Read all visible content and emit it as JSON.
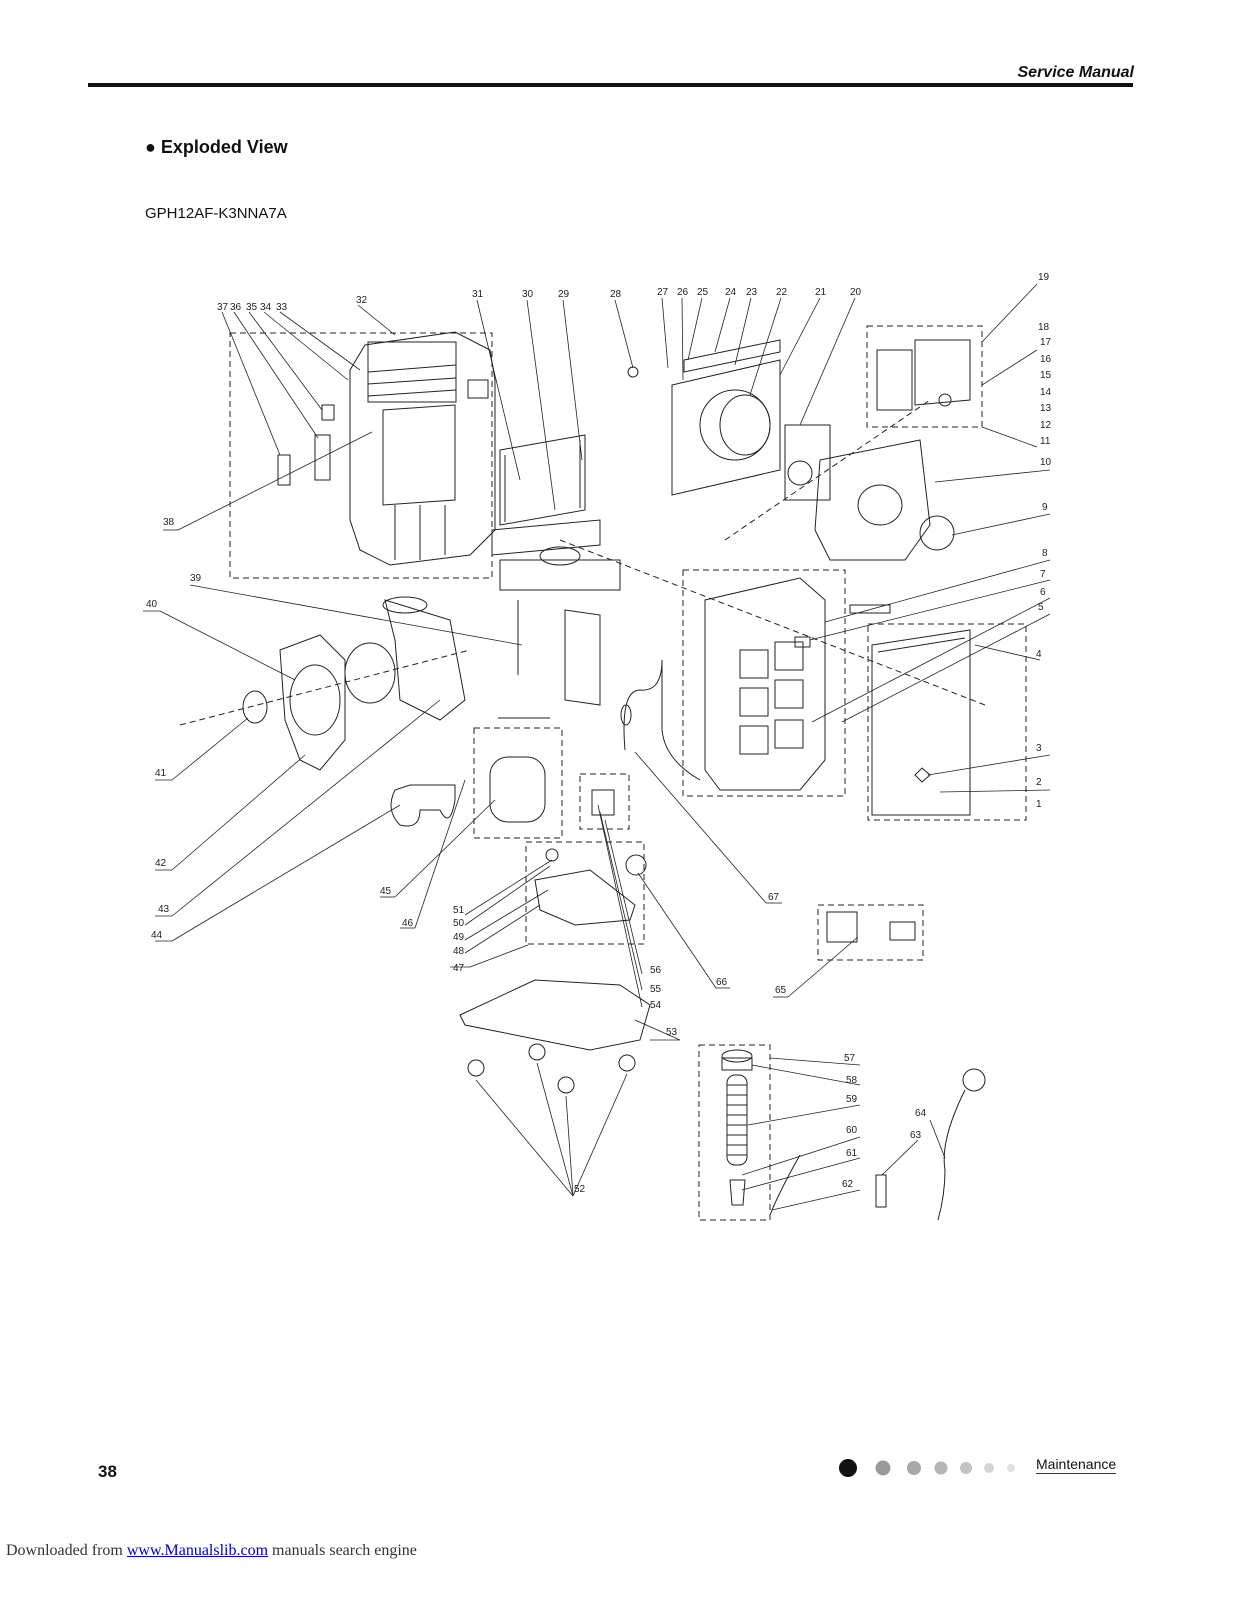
{
  "header": {
    "title": "Service Manual"
  },
  "section": {
    "title": "● Exploded View",
    "model": "GPH12AF-K3NNA7A"
  },
  "footer": {
    "page_number": "38",
    "section_label": "Maintenance",
    "download_prefix": "Downloaded from ",
    "download_link": "www.Manualslib.com",
    "download_suffix": " manuals search engine"
  },
  "diagram": {
    "part_labels": [
      "1",
      "2",
      "3",
      "4",
      "5",
      "6",
      "7",
      "8",
      "9",
      "10",
      "11",
      "12",
      "13",
      "14",
      "15",
      "16",
      "17",
      "18",
      "19",
      "20",
      "21",
      "22",
      "23",
      "24",
      "25",
      "26",
      "27",
      "28",
      "29",
      "30",
      "31",
      "32",
      "33",
      "34",
      "35",
      "36",
      "37",
      "38",
      "39",
      "40",
      "41",
      "42",
      "43",
      "44",
      "45",
      "46",
      "47",
      "48",
      "49",
      "50",
      "51",
      "52",
      "53",
      "54",
      "55",
      "56",
      "57",
      "58",
      "59",
      "60",
      "61",
      "62",
      "63",
      "64",
      "65",
      "66",
      "67"
    ]
  }
}
